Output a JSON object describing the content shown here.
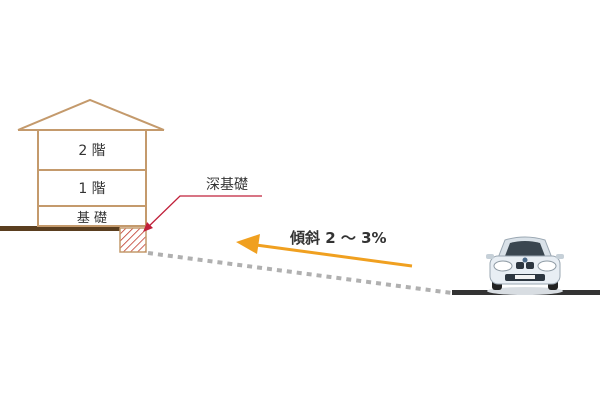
{
  "house": {
    "floor2_label": "2 階",
    "floor1_label": "1 階",
    "foundation_label": "基 礎"
  },
  "callout": {
    "deep_foundation_label": "深基礎"
  },
  "slope": {
    "label": "傾斜 2 ～ 3%"
  },
  "colors": {
    "house_outline": "#c49a6c",
    "ground": "#5a3e1f",
    "deep_foundation_hatch": "#c0392b",
    "callout_line": "#c0203a",
    "arrow": "#f0a020",
    "slope_dots": "#b0b0b0",
    "road": "#333333",
    "car_body": "#e8eef4"
  },
  "icons": {
    "car": "car-icon"
  }
}
